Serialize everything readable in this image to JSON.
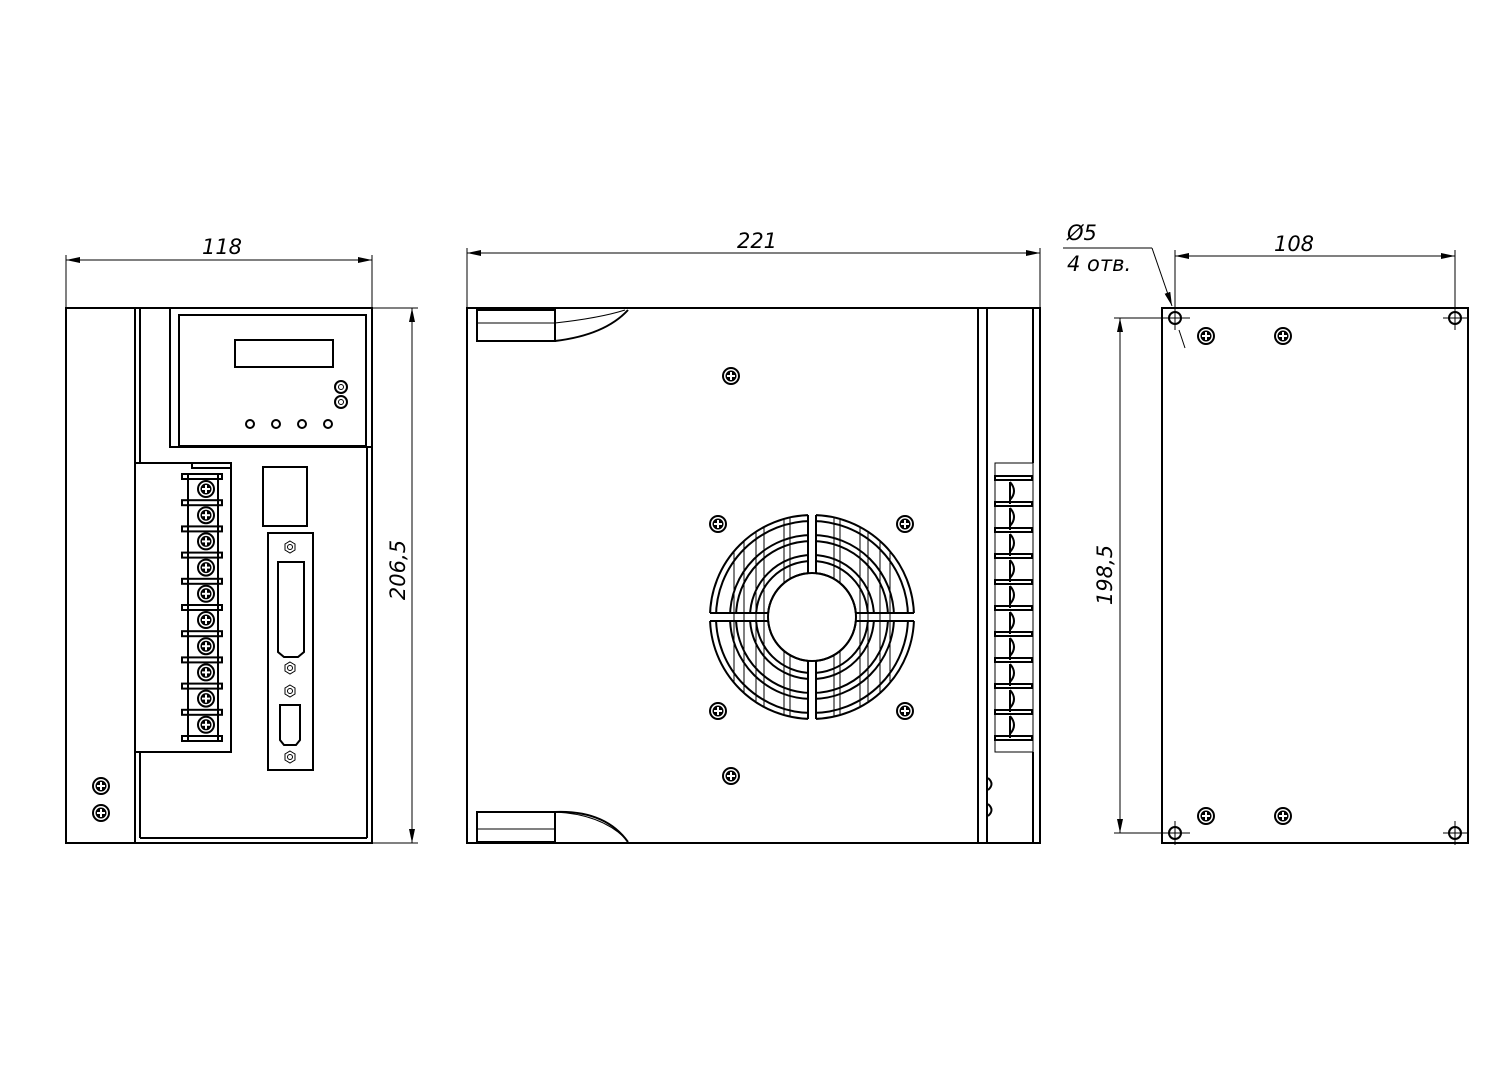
{
  "front_view": {
    "width_dim": "118",
    "height_dim": "206,5",
    "terminal_count": 10
  },
  "side_view": {
    "width_dim": "221",
    "terminal_count": 10
  },
  "mount_view": {
    "width_dim": "108",
    "height_dim": "198,5",
    "hole_dia": "Ø5",
    "hole_count": "4 отв."
  },
  "colors": {
    "line": "#000000",
    "background": "#ffffff"
  }
}
